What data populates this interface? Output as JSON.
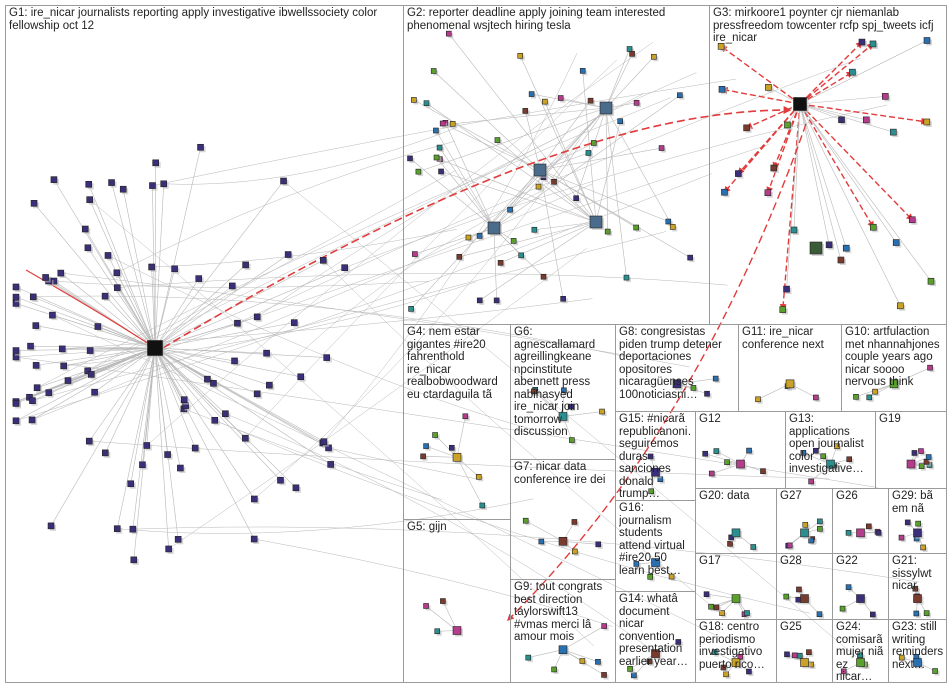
{
  "groups": [
    {
      "id": "G1",
      "label": "G1: ire_nicar journalists reporting apply investigative ibwellssociety color fellowship oct 12"
    },
    {
      "id": "G2",
      "label": "G2: reporter deadline apply joining team interested phenomenal wsjtech hiring tesla"
    },
    {
      "id": "G3",
      "label": "G3: mirkoore1 poynter cjr niemanlab pressfreedom towcenter rcfp spj_tweets icfj ire_nicar"
    },
    {
      "id": "G4",
      "label": "G4: nem estar gigantes #ire20 fahrenthold ire_nicar realbobwoodward eu ctardaguila tã"
    },
    {
      "id": "G5",
      "label": "G5: gijn"
    },
    {
      "id": "G6",
      "label": "G6: agnescallamard agreillingkeane npcinstitute abennett press nabihasyed ire_nicar join tomorrow discussion"
    },
    {
      "id": "G7",
      "label": "G7: nicar data conference ire dei"
    },
    {
      "id": "G8",
      "label": "G8: congresistas piden trump detener deportaciones opositores nicaragüenses 100noticiasni…"
    },
    {
      "id": "G9",
      "label": "G9: tout congrats best direction taylorswift13 #vmas merci lâ amour mois"
    },
    {
      "id": "G10",
      "label": "G10: artfulaction met nhannahjones couple years ago nicar soooo nervous think"
    },
    {
      "id": "G11",
      "label": "G11: ire_nicar conference next"
    },
    {
      "id": "G12",
      "label": "G12"
    },
    {
      "id": "G13",
      "label": "G13: applications open journalist color investigative…"
    },
    {
      "id": "G14",
      "label": "G14: whatâ document nicar convention presentation earlier year…"
    },
    {
      "id": "G15",
      "label": "G15: #nicarã republicanoni… seguiremos duras sanciones donald trump…"
    },
    {
      "id": "G16",
      "label": "G16: journalism students attend virtual #ire20 50 learn best…"
    },
    {
      "id": "G17",
      "label": "G17"
    },
    {
      "id": "G18",
      "label": "G18: centro periodismo investigativo puerto rico…"
    },
    {
      "id": "G19",
      "label": "G19"
    },
    {
      "id": "G20",
      "label": "G20: data"
    },
    {
      "id": "G21",
      "label": "G21: sissylwt nicar"
    },
    {
      "id": "G22",
      "label": "G22"
    },
    {
      "id": "G23",
      "label": "G23: still writing reminders next…"
    },
    {
      "id": "G24",
      "label": "G24: comisarã mujer niã ez nicar…"
    },
    {
      "id": "G25",
      "label": "G25"
    },
    {
      "id": "G26",
      "label": "G26"
    },
    {
      "id": "G27",
      "label": "G27"
    },
    {
      "id": "G28",
      "label": "G28"
    },
    {
      "id": "G29",
      "label": "G29: bã em nã"
    }
  ],
  "colors": {
    "node_fill": "#3b2f7a",
    "edge": "#b8b8b8",
    "strong_edge": "#e23b3b",
    "border": "#9a9a9a",
    "label": "#222222"
  }
}
